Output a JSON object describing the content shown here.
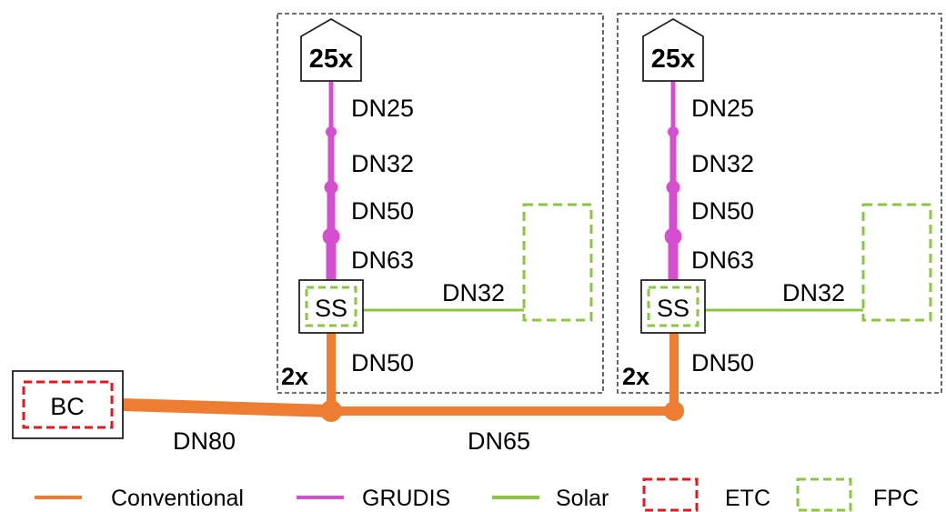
{
  "colors": {
    "conventional": "#ED7D31",
    "grudis": "#D64FD0",
    "solar": "#8CC63F",
    "etc": "#E8161D",
    "fpc": "#8CC63F"
  },
  "boiler": {
    "label": "BC"
  },
  "main_pipes": {
    "first": "DN80",
    "second": "DN65"
  },
  "blocks": [
    {
      "house_label": "25x",
      "riser_labels": [
        "DN25",
        "DN32",
        "DN50",
        "DN63"
      ],
      "substation_label": "SS",
      "solar_pipe_label": "DN32",
      "branch_label": "DN50",
      "multiplier": "2x"
    },
    {
      "house_label": "25x",
      "riser_labels": [
        "DN25",
        "DN32",
        "DN50",
        "DN63"
      ],
      "substation_label": "SS",
      "solar_pipe_label": "DN32",
      "branch_label": "DN50",
      "multiplier": "2x"
    }
  ],
  "legend": [
    {
      "label": "Conventional",
      "kind": "line",
      "color": "#ED7D31",
      "icon": "orange-line-icon"
    },
    {
      "label": "GRUDIS",
      "kind": "line",
      "color": "#D64FD0",
      "icon": "magenta-line-icon"
    },
    {
      "label": "Solar",
      "kind": "line",
      "color": "#8CC63F",
      "icon": "green-line-icon"
    },
    {
      "label": "ETC",
      "kind": "box",
      "color": "#E8161D",
      "icon": "red-dashed-box-icon"
    },
    {
      "label": "FPC",
      "kind": "box",
      "color": "#8CC63F",
      "icon": "green-dashed-box-icon"
    }
  ]
}
